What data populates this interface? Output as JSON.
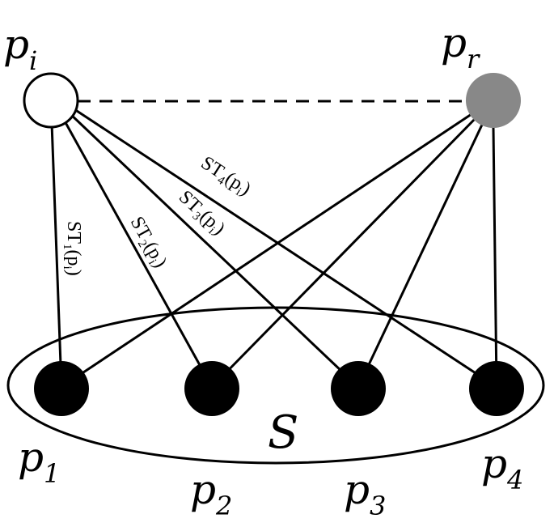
{
  "nodes": [
    {
      "id": "pi",
      "base": "p",
      "sub": "i",
      "fill": "#ffffff"
    },
    {
      "id": "pr",
      "base": "p",
      "sub": "r",
      "fill": "#888888"
    },
    {
      "id": "p1",
      "base": "p",
      "sub": "1",
      "fill": "#000000"
    },
    {
      "id": "p2",
      "base": "p",
      "sub": "2",
      "fill": "#000000"
    },
    {
      "id": "p3",
      "base": "p",
      "sub": "3",
      "fill": "#000000"
    },
    {
      "id": "p4",
      "base": "p",
      "sub": "4",
      "fill": "#000000"
    }
  ],
  "set_label": "S",
  "edge_labels": [
    {
      "base": "ST",
      "sub": "1",
      "arg_open": "(p",
      "arg_sub": "i",
      "arg_close": ")"
    },
    {
      "base": "ST",
      "sub": "2",
      "arg_open": "(p",
      "arg_sub": "i",
      "arg_close": ")"
    },
    {
      "base": "ST",
      "sub": "3",
      "arg_open": "(p",
      "arg_sub": "i",
      "arg_close": ")"
    },
    {
      "base": "ST",
      "sub": "4",
      "arg_open": "(p",
      "arg_sub": "i",
      "arg_close": ")"
    }
  ]
}
